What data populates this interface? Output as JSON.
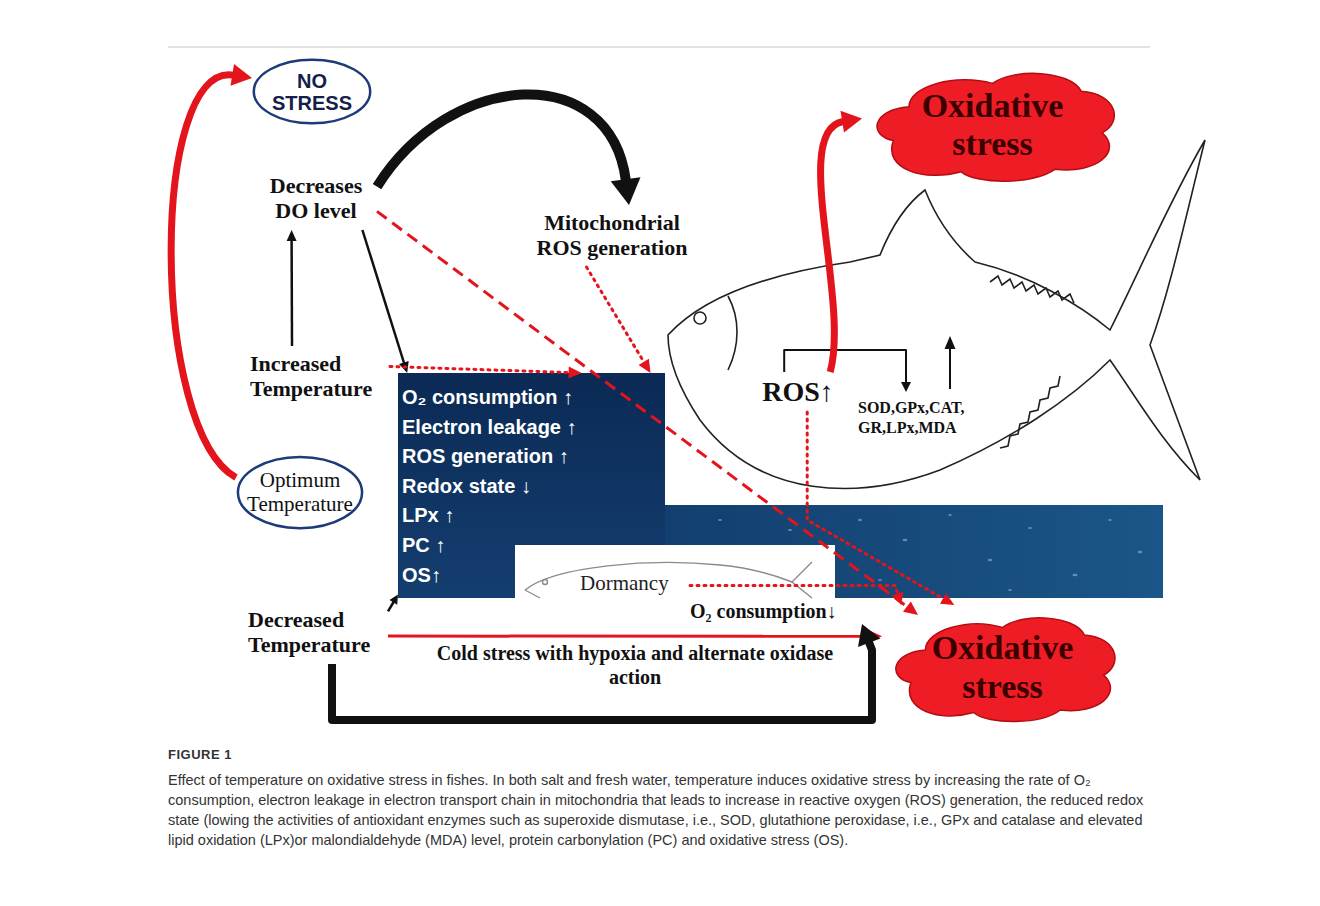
{
  "diagram": {
    "caption": "Effect of temperature on oxidative stress in fishes. In both salt and fresh water, temperature induces oxidative stress by increasing the rate of O₂ consumption, electron leakage in electron transport chain in mitochondria that leads to increase in reactive oxygen (ROS) generation, the reduced redox state (lowing the activities of antioxidant enzymes such as superoxide dismutase, i.e., SOD, glutathione peroxidase, i.e., GPx and catalase and elevated lipid oxidation (LPx)or malondialdehyde (MDA) level, protein carbonylation (PC) and oxidative stress (OS).",
    "nodes": [
      {
        "text": [
          "NO STRESS"
        ]
      },
      {
        "text": [
          "Decreases DO level"
        ]
      },
      {
        "text": [
          "Mitochondrial ROS generation"
        ]
      },
      {
        "text": [
          "Oxidative stress"
        ]
      },
      {
        "text": [
          "Increased Temperature"
        ]
      },
      {
        "text": [
          "Optimum Temperature"
        ]
      },
      {
        "text": [
          "O₂ consumption ↑",
          "Electron leakage ↑",
          "ROS generation ↑",
          "Redox state ↓",
          "LPx ↑",
          "PC ↑",
          "OS↑"
        ]
      },
      {
        "text": [
          "ROS↑"
        ]
      },
      {
        "text": [
          "SOD,GPx,CAT, GR,LPx,MDA"
        ]
      },
      {
        "text": [
          "Dormancy"
        ],
        "in": 6
      },
      {
        "text": [
          "O₂ consumption↓"
        ]
      },
      {
        "text": [
          "Decreased Temperature"
        ]
      },
      {
        "text": [
          "Oxidative stress"
        ]
      }
    ],
    "edges": [
      {
        "from": 5,
        "to": 0,
        "arrow": "to"
      },
      {
        "from": 4,
        "to": 1,
        "arrow": "to"
      },
      {
        "from": 1,
        "to": 2,
        "arrow": "to"
      },
      {
        "from": 1,
        "to": 6,
        "arrow": "to"
      },
      {
        "from": 1,
        "to": 12,
        "arrow": "to"
      },
      {
        "from": 4,
        "to": 6,
        "arrow": "to"
      },
      {
        "from": 2,
        "to": 6,
        "arrow": "to"
      },
      {
        "from": 7,
        "to": 8,
        "arrow": "to"
      },
      {
        "from": 7,
        "to": 3,
        "arrow": "to"
      },
      {
        "from": 7,
        "to": 12,
        "arrow": "to"
      },
      {
        "from": 9,
        "to": 12,
        "arrow": "to"
      },
      {
        "from": 11,
        "to": 6,
        "arrow": "to"
      },
      {
        "from": 11,
        "to": 12,
        "label": "Cold stress with hypoxia and alternate oxidase action",
        "arrow": "to"
      },
      {
        "from": 11,
        "to": 10,
        "arrow": "to"
      }
    ],
    "labels": [
      "FIGURE 1"
    ]
  }
}
